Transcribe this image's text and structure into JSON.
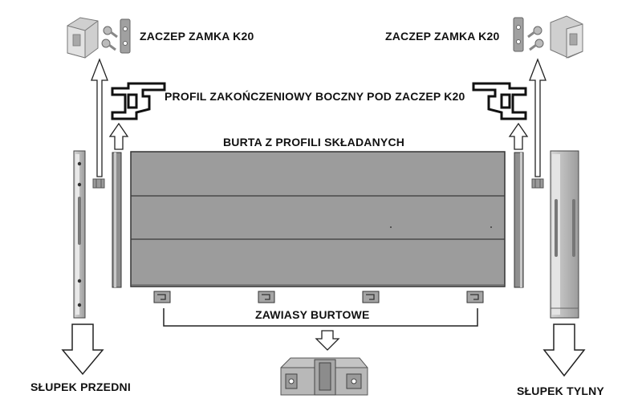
{
  "labels": {
    "latch_left": "ZACZEP ZAMKA K20",
    "latch_right": "ZACZEP ZAMKA K20",
    "end_profile": "PROFIL ZAKOŃCZENIOWY BOCZNY POD ZACZEP K20",
    "panel": "BURTA Z PROFILI SKŁADANYCH",
    "hinges": "ZAWIASY BURTOWE",
    "front_post": "SŁUPEK PRZEDNI",
    "rear_post": "SŁUPEK TYLNY"
  },
  "colors": {
    "panel_fill": "#9a9a9a",
    "panel_line": "#444444",
    "metal_light": "#c8c8c8",
    "metal_dark": "#6e6e6e",
    "profile_black": "#111111",
    "text": "#111111"
  },
  "icons": {
    "arrow_up": "hollow-arrow-up",
    "arrow_down": "hollow-arrow-down"
  }
}
